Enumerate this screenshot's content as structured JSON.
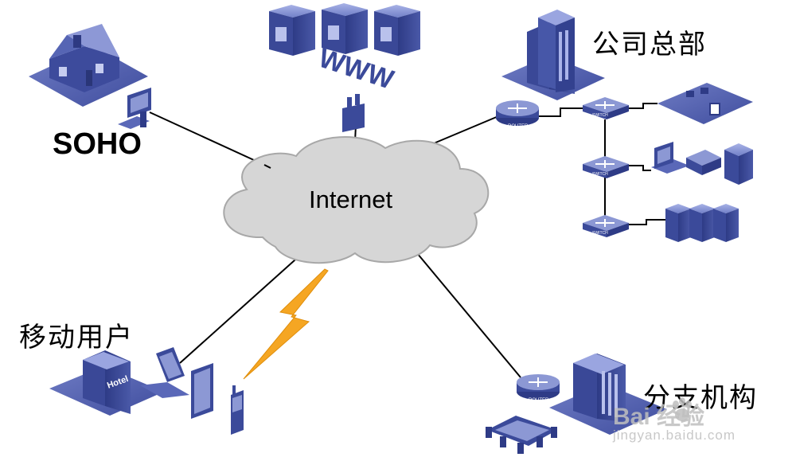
{
  "labels": {
    "internet": "Internet",
    "soho": "SOHO",
    "headquarters": "公司总部",
    "mobile_users": "移动用户",
    "branch": "分支机构",
    "hotel_sign": "Hotel",
    "www_sign": "WWW",
    "router_tag": "ROUTER",
    "switch_tag": "SWITCH"
  },
  "watermark": {
    "main": "Bai  经验",
    "sub": "jingyan.baidu.com"
  },
  "colors": {
    "device_blue": "#3b4a9a",
    "device_light": "#8c98d4",
    "platform": "#5a68b8",
    "cloud_fill": "#d6d6d6",
    "cloud_stroke": "#aaaaaa",
    "link": "#000000",
    "lightning": "#f5a623"
  }
}
